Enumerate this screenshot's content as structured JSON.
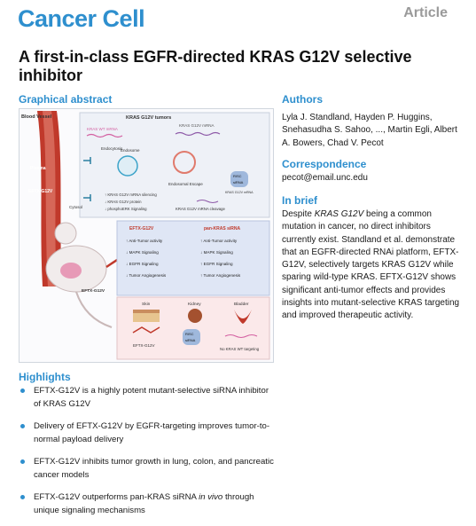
{
  "journal": "Cancer Cell",
  "article_type": "Article",
  "title": "A first-in-class EGFR-directed KRAS G12V selective inhibitor",
  "graphical_abstract": {
    "heading": "Graphical abstract",
    "labels": {
      "blood_vessel": "Blood Vessel",
      "tumors": "KRAS G12V tumors",
      "wt_mrna": "KRAS WT mRNA",
      "g12v_mrna": "KRAS G12V mRNA",
      "endocytosis": "Endocytosis",
      "endosome": "Endosome",
      "plasma": "Plasma",
      "eftx": "EFTX-G12V",
      "risc": "RISC",
      "sirna": "siRNA",
      "endosomal_escape": "Endosomal Escape",
      "risc_sirna_target": "KRAS G12V mRNA",
      "cytosol": "Cytosol",
      "effect1": "↑ KRAS G12V mRNA silencing",
      "effect2": "↓ KRAS G12V protein",
      "effect3": "↓ phosphoERK Signaling",
      "cleavage": "KRAS G12V mRNA cleavage",
      "mouse_label": "EFTX-G12V",
      "cmp_left": "EFTX-G12V",
      "cmp_right": "pan-KRAS siRNA",
      "left_items": [
        "↑ Anti-Tumor activity",
        "↓ MAPK Signaling",
        "↓ EGFR Signaling",
        "↓ Tumor Angiogenesis"
      ],
      "right_items": [
        "↑ Anti-Tumor activity",
        "↓ MAPK Signaling",
        "↑ EGFR Signaling",
        "↑ Tumor Angiogenesis"
      ],
      "skin": "Skin",
      "kidney": "Kidney",
      "bladder": "Bladder",
      "bottom_eftx": "EFTX-G12V",
      "bottom_risc": "RISC",
      "bottom_sirna": "siRNA",
      "no_wt": "No KRAS WT targeting"
    }
  },
  "highlights": {
    "heading": "Highlights",
    "items": [
      "EFTX-G12V is a highly potent mutant-selective siRNA inhibitor of KRAS G12V",
      "Delivery of EFTX-G12V by EGFR-targeting improves tumor-to-normal payload delivery",
      "EFTX-G12V inhibits tumor growth in lung, colon, and pancreatic cancer models",
      "EFTX-G12V outperforms pan-KRAS siRNA in vivo through unique signaling mechanisms"
    ]
  },
  "authors": {
    "heading": "Authors",
    "text": "Lyla J. Standland, Hayden P. Huggins, Snehasudha S. Sahoo, ..., Martin Egli, Albert A. Bowers, Chad V. Pecot"
  },
  "correspondence": {
    "heading": "Correspondence",
    "email": "pecot@email.unc.edu"
  },
  "in_brief": {
    "heading": "In brief",
    "text_before": "Despite ",
    "emphasis": "KRAS G12V",
    "text_after": " being a common mutation in cancer, no direct inhibitors currently exist. Standland et al. demonstrate that an EGFR-directed RNAi platform, EFTX-G12V, selectively targets KRAS G12V while sparing wild-type KRAS. EFTX-G12V shows significant anti-tumor effects and provides insights into mutant-selective KRAS targeting and improved therapeutic activity."
  },
  "colors": {
    "accent": "#2e8fce",
    "vessel": "#c0392b",
    "eftx_box": "#dfe6f5",
    "bottom_box": "#fbe9ea"
  }
}
